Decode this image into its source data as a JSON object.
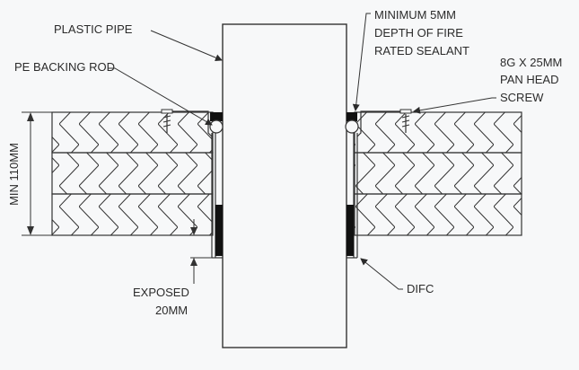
{
  "labels": {
    "plastic_pipe": "PLASTIC PIPE",
    "pe_backing_rod": "PE BACKING ROD",
    "sealant_line1": "MINIMUM 5MM",
    "sealant_line2": "DEPTH OF FIRE",
    "sealant_line3": "RATED SEALANT",
    "screw_line1": "8G X 25MM",
    "screw_line2": "PAN HEAD",
    "screw_line3": "SCREW",
    "min_thickness": "MIN 110MM",
    "exposed_line1": "EXPOSED",
    "exposed_line2": "20MM",
    "difc": "DIFC"
  },
  "colors": {
    "background": "#f7f8f9",
    "line": "#2b2b2b",
    "sealant": "#111111",
    "pipe_fill": "#f7f8f9"
  }
}
